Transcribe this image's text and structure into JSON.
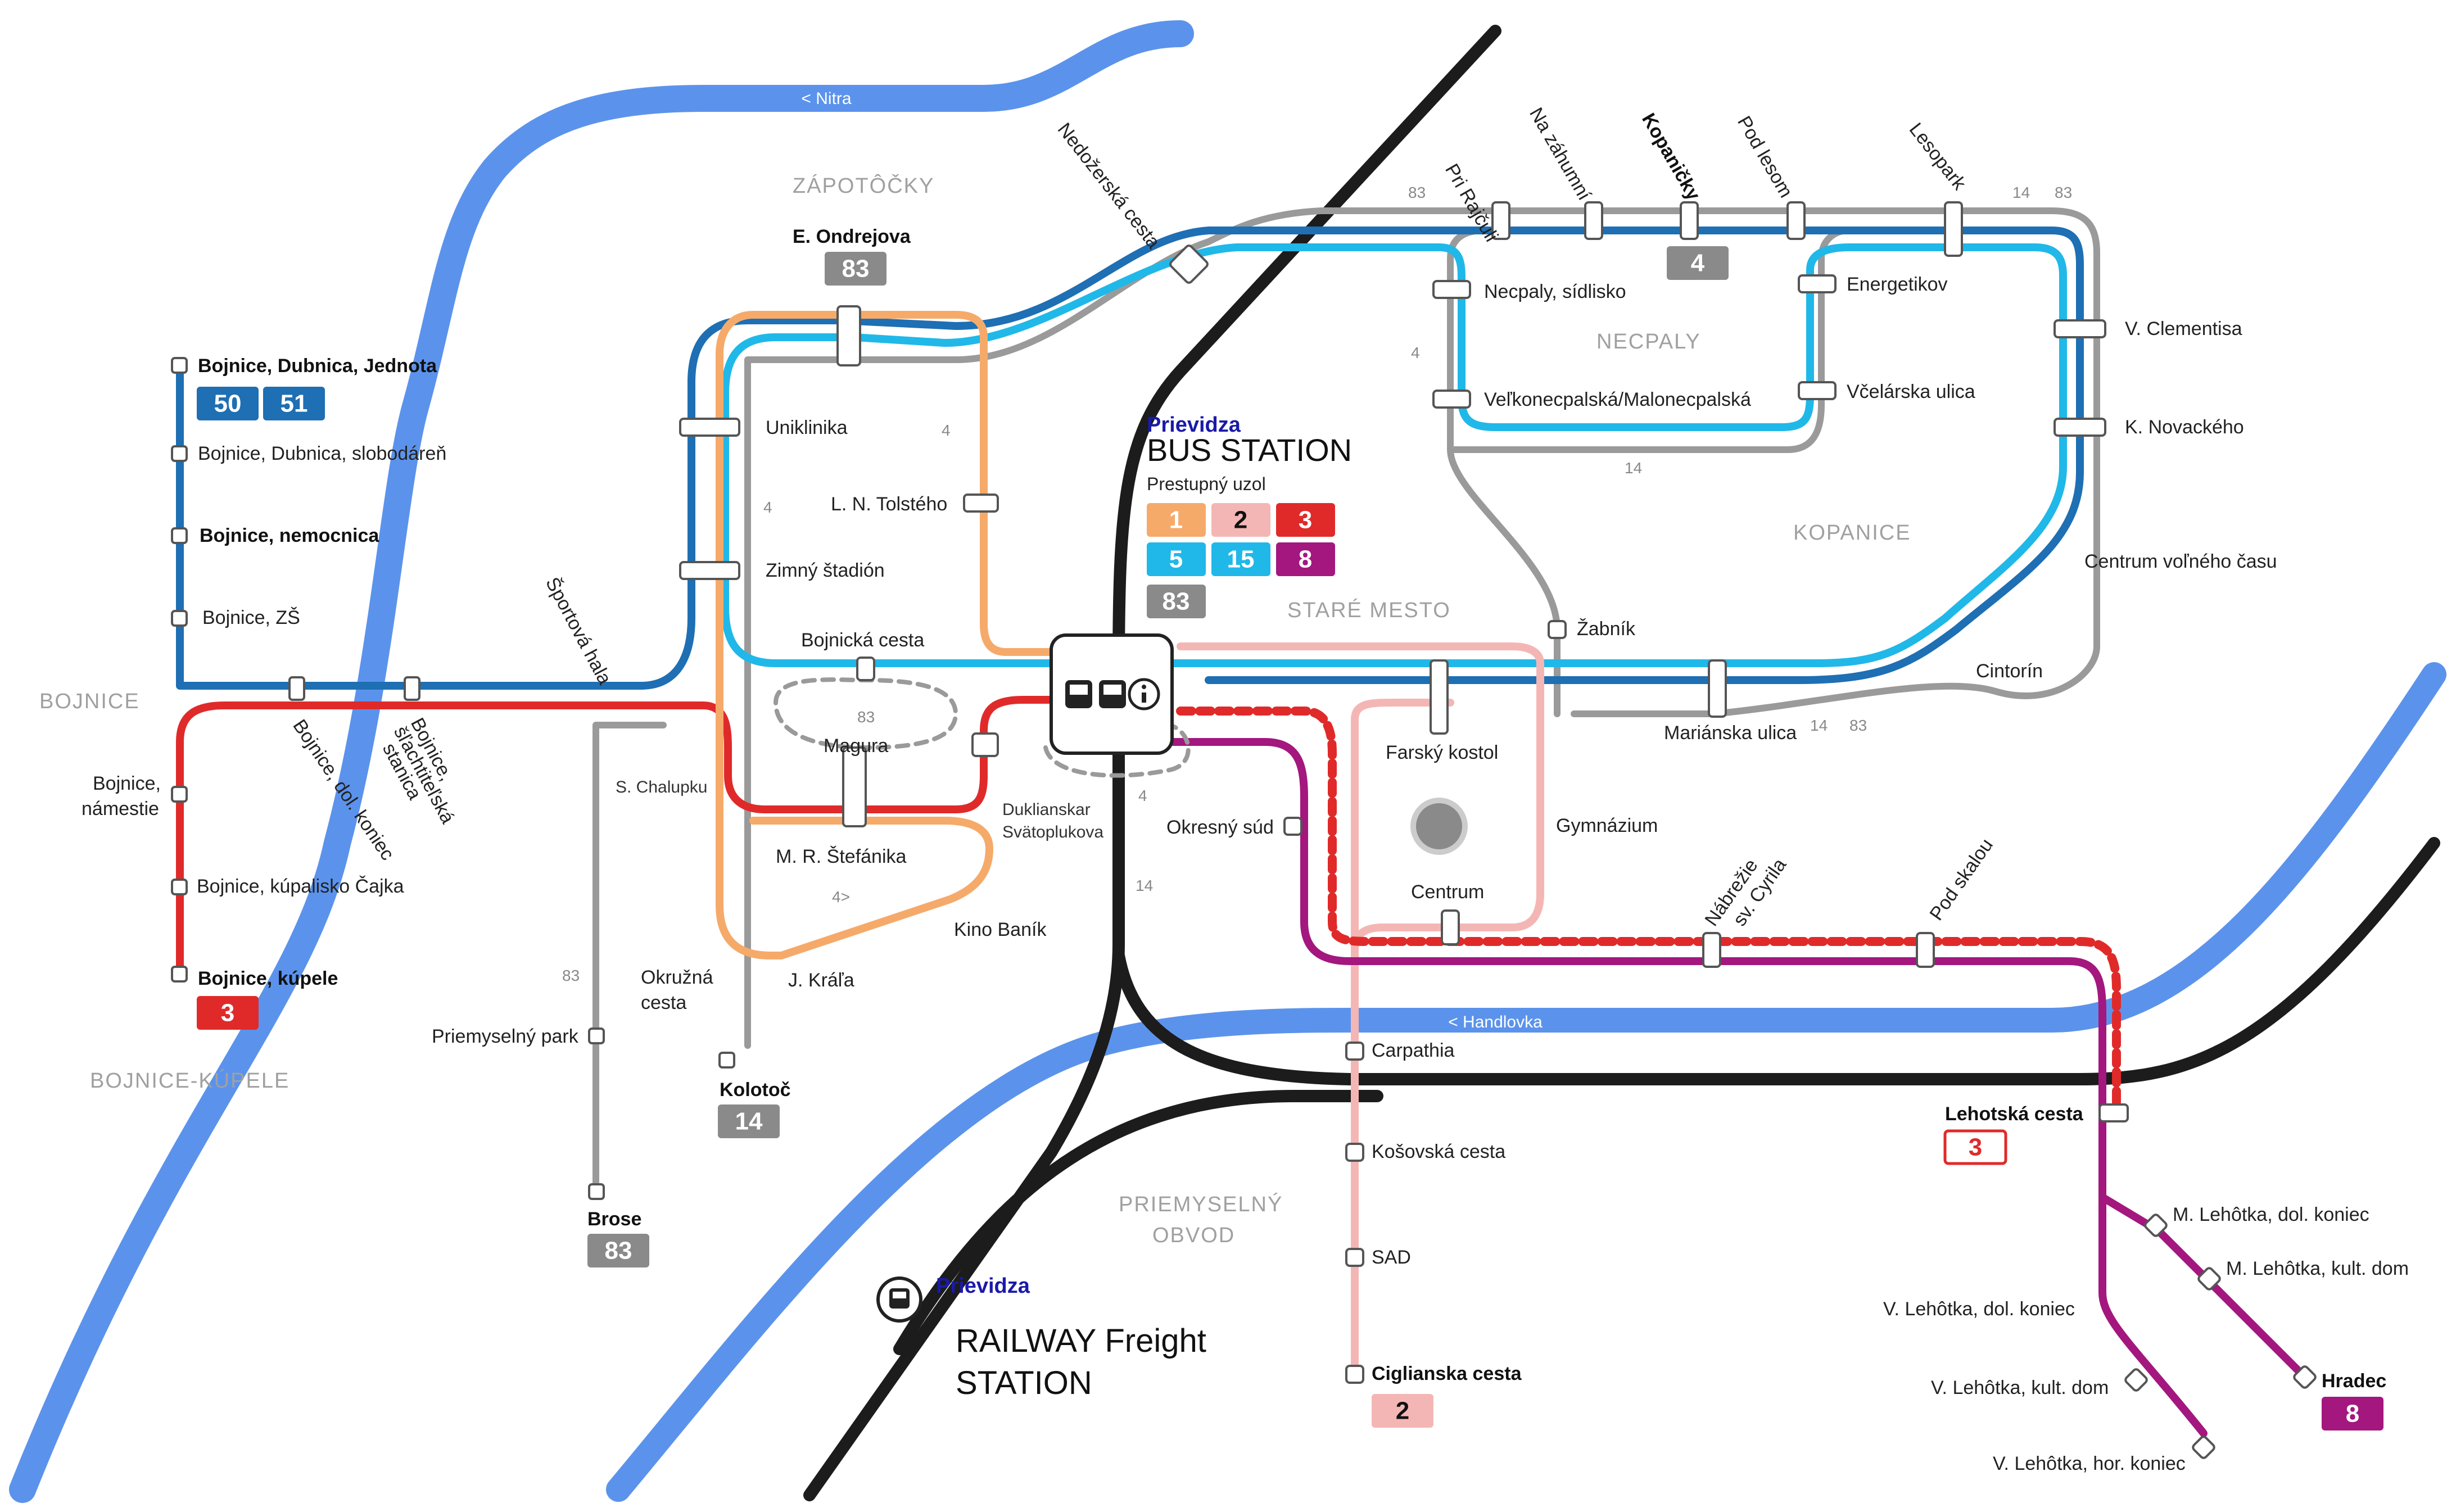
{
  "colors": {
    "river": "#5b93ec",
    "rail": "#1c1c1c",
    "line_grey": "#9a9a9a",
    "line_dark_blue": "#1e6fb3",
    "line_light_blue": "#20b8e8",
    "line_orange": "#f5aa6a",
    "line_red": "#e02a2a",
    "line_pink": "#f4b6b4",
    "line_purple": "#a3177e"
  },
  "rivers": {
    "nitra_label": "< Nitra",
    "handlovka_label": "< Handlovka"
  },
  "areas": {
    "bojnice": "BOJNICE",
    "bojnice_kupele": "BOJNICE-KÚPELE",
    "zapotocky": "ZÁPOTÔČKY",
    "necpaly": "NECPALY",
    "kopanice": "KOPANICE",
    "stare_mesto": "STARÉ MESTO",
    "priemyselny_obvod_1": "PRIEMYSELNÝ",
    "priemyselny_obvod_2": "OBVOD"
  },
  "bus_station": {
    "city": "Prievidza",
    "name": "BUS STATION",
    "hub": "Prestupný uzol",
    "icon": "bus-info-icon"
  },
  "railway_station": {
    "city": "Prievidza",
    "name_1": "RAILWAY  Freight",
    "name_2": "STATION",
    "icon": "train-icon"
  },
  "hub_badges": [
    {
      "text": "1",
      "color": "#f5aa6a",
      "text_color": "#ffffff"
    },
    {
      "text": "2",
      "color": "#f4b6b4",
      "text_color": "#111111"
    },
    {
      "text": "3",
      "color": "#e02a2a",
      "text_color": "#ffffff"
    },
    {
      "text": "5",
      "color": "#20b8e8",
      "text_color": "#ffffff"
    },
    {
      "text": "15",
      "color": "#20b8e8",
      "text_color": "#ffffff"
    },
    {
      "text": "8",
      "color": "#a3177e",
      "text_color": "#ffffff"
    },
    {
      "text": "83",
      "color": "#8a8a8a",
      "text_color": "#ffffff"
    }
  ],
  "terminal_badges": {
    "bojnice_dubnica": [
      "50",
      "51"
    ],
    "bojnice_kupele": "3",
    "ondrejova": "83",
    "kopanicky": "4",
    "kolotoc": "14",
    "brose": "83",
    "lehotska": "3",
    "ciglianska": "2",
    "hradec": "8"
  },
  "stops": {
    "bojnice_dubnica_jednota": "Bojnice, Dubnica, Jednota",
    "bojnice_dubnica_slobodaren": "Bojnice, Dubnica, slobodáreň",
    "bojnice_nemocnica": "Bojnice, nemocnica",
    "bojnice_zs": "Bojnice, ZŠ",
    "bojnice_namestie_1": "Bojnice,",
    "bojnice_namestie_2": "námestie",
    "bojnice_kupalisko": "Bojnice, kúpalisko Čajka",
    "bojnice_kupele": "Bojnice, kúpele",
    "bojnice_dol_koniec": "Bojnice, dol. koniec",
    "bojnice_slacht_1": "Bojnice,",
    "bojnice_slacht_2": "šľachtiteľská",
    "bojnice_slacht_3": "stanica",
    "sportova_hala": "Športová hala",
    "e_ondrejova": "E. Ondrejova",
    "uniklinika": "Uniklinika",
    "ln_tolsteho": "L. N. Tolstého",
    "zimny_stadion": "Zimný štadión",
    "bojnicka_cesta": "Bojnická cesta",
    "magura": "Magura",
    "s_chalupku": "S. Chalupku",
    "mr_stefanika": "M. R. Štefánika",
    "duklianskar_1": "Duklianskar",
    "duklianskar_2": "Svätoplukova",
    "kino_banik": "Kino Baník",
    "j_krala": "J. Kráľa",
    "okruzna_1": "Okružná",
    "okruzna_2": "cesta",
    "kolotoc": "Kolotoč",
    "priemyselny_park": "Priemyselný park",
    "brose": "Brose",
    "nedozerska": "Nedožerská cesta",
    "pri_rajculi": "Pri Rajčuli",
    "na_zahumni": "Na záhumní",
    "kopanicky": "Kopaničky",
    "pod_lesom": "Pod lesom",
    "lesopark": "Lesopark",
    "necpaly_sidlisko": "Necpaly, sídlisko",
    "velkonecpalska": "Veľkonecpalská/Malonecpalská",
    "energetikov": "Energetikov",
    "vcelarska": "Včelárska ulica",
    "v_clementisa": "V. Clementisa",
    "k_novackeho": "K. Novackého",
    "centrum_volneho": "Centrum voľného času",
    "cintorin": "Cintorín",
    "zabnik": "Žabník",
    "marianska": "Mariánska ulica",
    "farsky_kostol": "Farský kostol",
    "okresny_sud": "Okresný súd",
    "gymnazium": "Gymnázium",
    "centrum": "Centrum",
    "nabrezie_1": "Nábrežie",
    "nabrezie_2": "sv. Cyrila",
    "pod_skalou": "Pod skalou",
    "carpathia": "Carpathia",
    "kosovska": "Košovská cesta",
    "sad": "SAD",
    "ciglianska": "Ciglianska cesta",
    "lehotska": "Lehotská cesta",
    "m_lehotka_dol": "M. Lehôtka, dol. koniec",
    "m_lehotka_kult": "M. Lehôtka, kult. dom",
    "v_lehotka_dol": "V. Lehôtka, dol. koniec",
    "v_lehotka_kult": "V. Lehôtka, kult. dom",
    "v_lehotka_hor": "V. Lehôtka, hor. koniec",
    "hradec": "Hradec"
  },
  "line_numbers": {
    "n83_top": "83",
    "n14_top": "14",
    "n83_top_right": "83",
    "n4_tolsteho": "4",
    "n4_left": "4",
    "n4_necpaly": "4",
    "n14_necpaly": "14",
    "n83_magura": "83",
    "n4_arrow": "4>",
    "n4_duklianska": "4",
    "n14_center": "14",
    "n14_marianska": "14",
    "n83_marianska": "83",
    "n83_park": "83"
  }
}
